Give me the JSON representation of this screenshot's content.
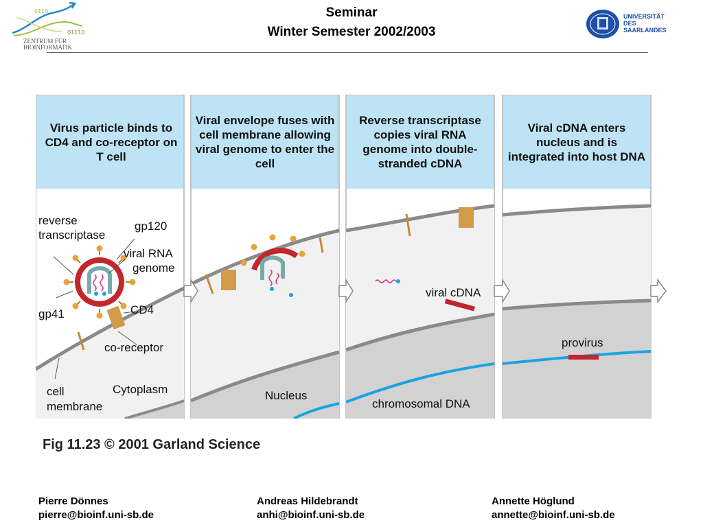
{
  "header": {
    "title_line1": "Seminar",
    "title_line2": "Winter Semester 2002/2003",
    "logo_left_text": [
      "ZENTRUM FÜR",
      "BIOINFORMATIK"
    ],
    "logo_right_text": [
      "UNIVERSITÄT",
      "DES",
      "SAARLANDES"
    ]
  },
  "figure": {
    "panels": [
      {
        "title": "Virus particle binds to CD4 and co-receptor on T cell"
      },
      {
        "title": "Viral envelope fuses with cell membrane allowing viral genome to enter the cell"
      },
      {
        "title": "Reverse transcriptase copies viral RNA genome into double-stranded cDNA"
      },
      {
        "title": "Viral cDNA enters nucleus and is integrated into host DNA"
      }
    ],
    "labels": {
      "reverse_transcriptase_1": "reverse",
      "reverse_transcriptase_2": "transcriptase",
      "gp120": "gp120",
      "viral_rna_1": "viral RNA",
      "viral_rna_2": "genome",
      "gp41": "gp41",
      "cd4": "CD4",
      "co_receptor": "co-receptor",
      "cell_membrane_1": "cell",
      "cell_membrane_2": "membrane",
      "cytoplasm": "Cytoplasm",
      "nucleus": "Nucleus",
      "viral_cdna": "viral cDNA",
      "chromosomal_dna": "chromosomal DNA",
      "provirus": "provirus"
    },
    "caption": "Fig 11.23  © 2001 Garland Science",
    "colors": {
      "title_band": "#bde3f4",
      "cytoplasm": "#f1f1f1",
      "nucleus": "#d2d2d2",
      "membrane": "#8a8a8a",
      "viral_envelope": "#c2272d",
      "rna": "#e0338b",
      "dna": "#1aa3e0",
      "receptor": "#d29a4a"
    }
  },
  "footer": {
    "authors": [
      {
        "name": "Pierre Dönnes",
        "email": "pierre@bioinf.uni-sb.de"
      },
      {
        "name": "Andreas Hildebrandt",
        "email": "anhi@bioinf.uni-sb.de"
      },
      {
        "name": "Annette Höglund",
        "email": "annette@bioinf.uni-sb.de"
      }
    ]
  }
}
